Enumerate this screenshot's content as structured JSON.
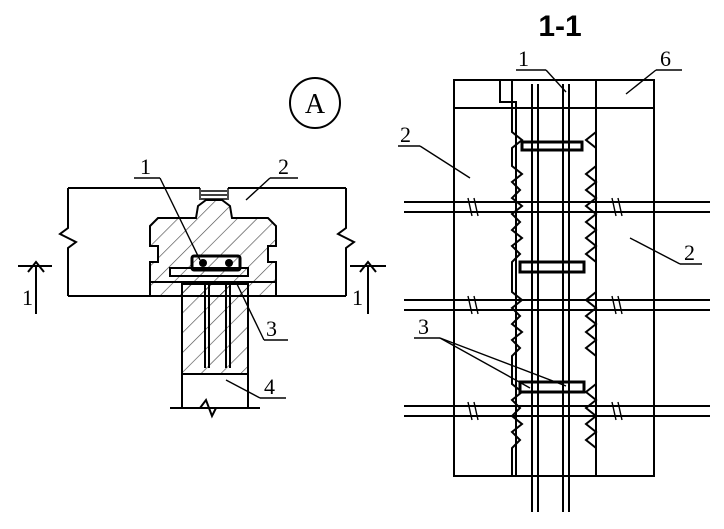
{
  "detail_marker": "A",
  "section_title": "1-1",
  "left_view": {
    "callouts": [
      "1",
      "2",
      "3",
      "4"
    ],
    "section_cut_left": "1",
    "section_cut_right": "1"
  },
  "right_view": {
    "callouts": [
      "1",
      "6",
      "2",
      "2",
      "3"
    ]
  }
}
